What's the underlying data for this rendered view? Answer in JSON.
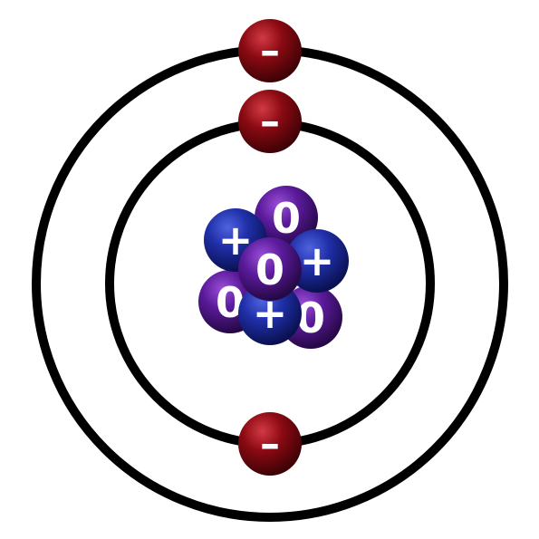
{
  "colors": {
    "background": "#ffffff",
    "orbit": "#000000",
    "electron": "#8b0a12",
    "proton": "#1f2fa8",
    "neutron": "#5a1a9a",
    "label": "#ffffff"
  },
  "diagram": {
    "orbits": [
      {
        "name": "inner-shell"
      },
      {
        "name": "outer-shell"
      }
    ],
    "electrons": [
      {
        "shell": "outer-shell",
        "label": "–"
      },
      {
        "shell": "inner-shell",
        "label": "–"
      },
      {
        "shell": "inner-shell",
        "label": "–"
      }
    ],
    "nucleus": {
      "particles": [
        {
          "kind": "neutron",
          "label": "0"
        },
        {
          "kind": "neutron",
          "label": "0"
        },
        {
          "kind": "proton",
          "label": "+"
        },
        {
          "kind": "neutron",
          "label": "0"
        },
        {
          "kind": "proton",
          "label": "+"
        },
        {
          "kind": "proton",
          "label": "+"
        },
        {
          "kind": "neutron",
          "label": "0"
        }
      ]
    }
  }
}
